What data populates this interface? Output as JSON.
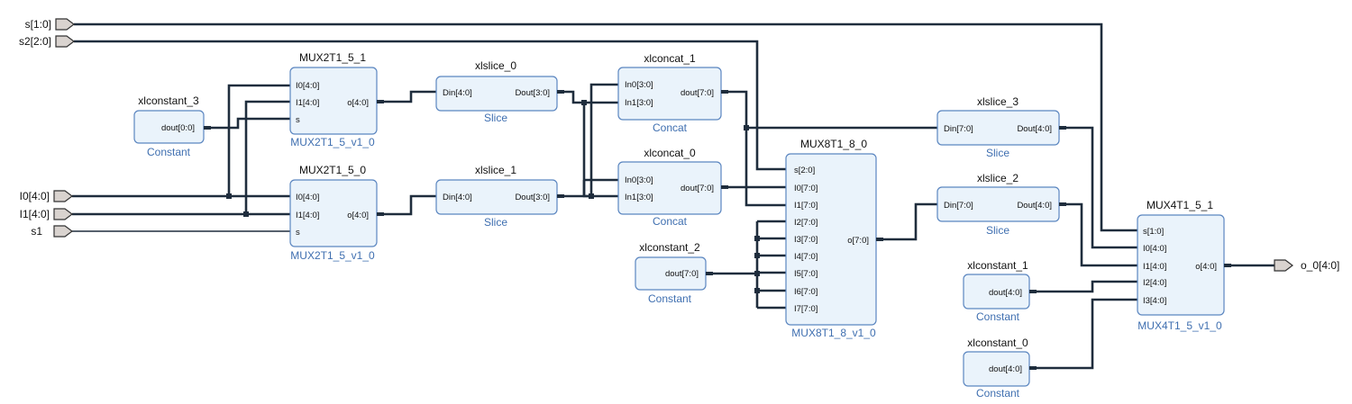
{
  "ports": {
    "s": "s[1:0]",
    "s2": "s2[2:0]",
    "i0": "I0[4:0]",
    "i1": "I1[4:0]",
    "s1": "s1",
    "o": "o_0[4:0]"
  },
  "blocks": {
    "xlconstant_3": {
      "title": "xlconstant_3",
      "sub": "Constant",
      "pins": {
        "dout": "dout[0:0]"
      }
    },
    "mux2_1": {
      "title": "MUX2T1_5_1",
      "sub": "MUX2T1_5_v1_0",
      "pins": {
        "i0": "I0[4:0]",
        "i1": "I1[4:0]",
        "s": "s",
        "o": "o[4:0]"
      }
    },
    "mux2_0": {
      "title": "MUX2T1_5_0",
      "sub": "MUX2T1_5_v1_0",
      "pins": {
        "i0": "I0[4:0]",
        "i1": "I1[4:0]",
        "s": "s",
        "o": "o[4:0]"
      }
    },
    "xlslice_0": {
      "title": "xlslice_0",
      "sub": "Slice",
      "pins": {
        "din": "Din[4:0]",
        "dout": "Dout[3:0]"
      }
    },
    "xlslice_1": {
      "title": "xlslice_1",
      "sub": "Slice",
      "pins": {
        "din": "Din[4:0]",
        "dout": "Dout[3:0]"
      }
    },
    "xlconcat_1": {
      "title": "xlconcat_1",
      "sub": "Concat",
      "pins": {
        "in0": "In0[3:0]",
        "in1": "In1[3:0]",
        "dout": "dout[7:0]"
      }
    },
    "xlconcat_0": {
      "title": "xlconcat_0",
      "sub": "Concat",
      "pins": {
        "in0": "In0[3:0]",
        "in1": "In1[3:0]",
        "dout": "dout[7:0]"
      }
    },
    "xlconstant_2": {
      "title": "xlconstant_2",
      "sub": "Constant",
      "pins": {
        "dout": "dout[7:0]"
      }
    },
    "mux8": {
      "title": "MUX8T1_8_0",
      "sub": "MUX8T1_8_v1_0",
      "pins": {
        "s": "s[2:0]",
        "i0": "I0[7:0]",
        "i1": "I1[7:0]",
        "i2": "I2[7:0]",
        "i3": "I3[7:0]",
        "i4": "I4[7:0]",
        "i5": "I5[7:0]",
        "i6": "I6[7:0]",
        "i7": "I7[7:0]",
        "o": "o[7:0]"
      }
    },
    "xlslice_3": {
      "title": "xlslice_3",
      "sub": "Slice",
      "pins": {
        "din": "Din[7:0]",
        "dout": "Dout[4:0]"
      }
    },
    "xlslice_2": {
      "title": "xlslice_2",
      "sub": "Slice",
      "pins": {
        "din": "Din[7:0]",
        "dout": "Dout[4:0]"
      }
    },
    "xlconstant_1": {
      "title": "xlconstant_1",
      "sub": "Constant",
      "pins": {
        "dout": "dout[4:0]"
      }
    },
    "xlconstant_0": {
      "title": "xlconstant_0",
      "sub": "Constant",
      "pins": {
        "dout": "dout[4:0]"
      }
    },
    "mux4": {
      "title": "MUX4T1_5_1",
      "sub": "MUX4T1_5_v1_0",
      "pins": {
        "s": "s[1:0]",
        "i0": "I0[4:0]",
        "i1": "I1[4:0]",
        "i2": "I2[4:0]",
        "i3": "I3[4:0]",
        "o": "o[4:0]"
      }
    }
  },
  "colors": {
    "block_fill": "#eaf3fb",
    "block_border": "#5b86c0",
    "wire": "#1f2d3d",
    "subtitle": "#3f6fb0"
  }
}
